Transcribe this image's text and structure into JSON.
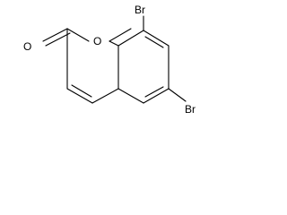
{
  "molecule": {
    "atoms": {
      "br_top": "Br",
      "br_bottom": "Br",
      "carbonyl_oxygen": "O",
      "ring_oxygen": "O"
    }
  },
  "colors": {
    "background": "#ffffff",
    "bond": "#000000",
    "text": "#000000"
  }
}
